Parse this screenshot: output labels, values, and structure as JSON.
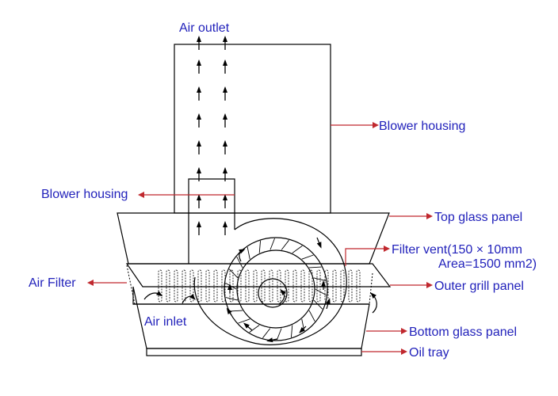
{
  "diagram": {
    "labels": {
      "air_outlet": "Air outlet",
      "blower_housing_right": "Blower housing",
      "blower_housing_left": "Blower housing",
      "top_glass_panel": "Top glass panel",
      "filter_vent_line1": "Filter vent(150 × 10mm",
      "filter_vent_line2": "Area=1500 mm2)",
      "air_filter": "Air Filter",
      "outer_grill_panel": "Outer grill panel",
      "air_inlet": "Air inlet",
      "bottom_glass_panel": "Bottom glass panel",
      "oil_tray": "Oil tray"
    },
    "colors": {
      "label_text": "#2222bb",
      "leader_line": "#c0282e",
      "outline": "#000000"
    }
  }
}
